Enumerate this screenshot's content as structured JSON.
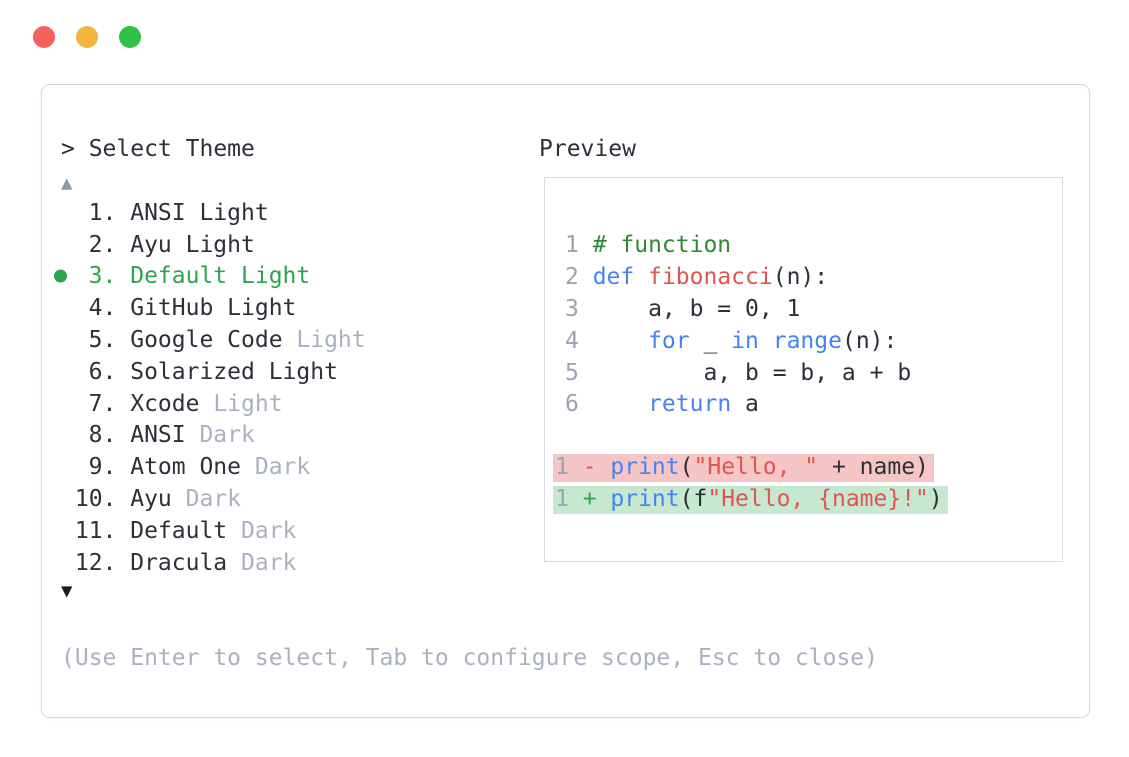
{
  "window": {
    "traffic_lights": [
      {
        "name": "close",
        "color": "#f4625c"
      },
      {
        "name": "minimize",
        "color": "#f1b63e"
      },
      {
        "name": "maximize",
        "color": "#2fc246"
      }
    ]
  },
  "palette": {
    "accent_green": "#2da44e",
    "muted_gray": "#a9b1c0",
    "dark_text": "#2b3039",
    "comment_green": "#2e8b30",
    "keyword_blue": "#4683f0",
    "token_red": "#e05550",
    "diff_del_bg": "#f6c6c6",
    "diff_add_bg": "#c6e7d0",
    "line_number_gray": "#9aa3b0",
    "panel_border": "#d4d8e0"
  },
  "prompt": "> Select Theme",
  "scroll_up_glyph": "▲",
  "scroll_down_glyph": "▼",
  "themes": [
    {
      "number": "1.",
      "name": "ANSI Light",
      "variant": "",
      "selected": false
    },
    {
      "number": "2.",
      "name": "Ayu Light",
      "variant": "",
      "selected": false
    },
    {
      "number": "3.",
      "name": "Default Light",
      "variant": "",
      "selected": true
    },
    {
      "number": "4.",
      "name": "GitHub Light",
      "variant": "",
      "selected": false
    },
    {
      "number": "5.",
      "name": "Google Code",
      "variant": "Light",
      "selected": false
    },
    {
      "number": "6.",
      "name": "Solarized Light",
      "variant": "",
      "selected": false
    },
    {
      "number": "7.",
      "name": "Xcode",
      "variant": "Light",
      "selected": false
    },
    {
      "number": "8.",
      "name": "ANSI",
      "variant": "Dark",
      "selected": false
    },
    {
      "number": "9.",
      "name": "Atom One",
      "variant": "Dark",
      "selected": false
    },
    {
      "number": "10.",
      "name": "Ayu",
      "variant": "Dark",
      "selected": false
    },
    {
      "number": "11.",
      "name": "Default",
      "variant": "Dark",
      "selected": false
    },
    {
      "number": "12.",
      "name": "Dracula",
      "variant": "Dark",
      "selected": false
    }
  ],
  "preview": {
    "label": "Preview",
    "code_lines": [
      {
        "num": "1",
        "tokens": [
          [
            "# function",
            "c-comment"
          ]
        ]
      },
      {
        "num": "2",
        "tokens": [
          [
            "def",
            "c-kw"
          ],
          [
            " ",
            "c-plain"
          ],
          [
            "fibonacci",
            "c-red"
          ],
          [
            "(n):",
            "c-plain"
          ]
        ]
      },
      {
        "num": "3",
        "tokens": [
          [
            "    a, b = 0, 1",
            "c-plain"
          ]
        ]
      },
      {
        "num": "4",
        "tokens": [
          [
            "    ",
            "c-plain"
          ],
          [
            "for",
            "c-kw"
          ],
          [
            " _ ",
            "c-plain"
          ],
          [
            "in",
            "c-kw"
          ],
          [
            " ",
            "c-plain"
          ],
          [
            "range",
            "c-kw"
          ],
          [
            "(n):",
            "c-plain"
          ]
        ]
      },
      {
        "num": "5",
        "tokens": [
          [
            "        a, b = b, a + b",
            "c-plain"
          ]
        ]
      },
      {
        "num": "6",
        "tokens": [
          [
            "    ",
            "c-plain"
          ],
          [
            "return",
            "c-kw"
          ],
          [
            " a",
            "c-plain"
          ]
        ]
      },
      {
        "blank": true
      },
      {
        "num": "1",
        "sign": "-",
        "diff": "del",
        "tokens": [
          [
            "print",
            "c-kw"
          ],
          [
            "(",
            "c-plain"
          ],
          [
            "\"Hello, \"",
            "c-red"
          ],
          [
            " + name)",
            "c-plain"
          ]
        ]
      },
      {
        "num": "1",
        "sign": "+",
        "diff": "add",
        "tokens": [
          [
            "print",
            "c-kw"
          ],
          [
            "(f",
            "c-plain"
          ],
          [
            "\"Hello, {name}!\"",
            "c-red"
          ],
          [
            ")",
            "c-plain"
          ]
        ]
      }
    ]
  },
  "footer": "(Use Enter to select, Tab to configure scope, Esc to close)"
}
